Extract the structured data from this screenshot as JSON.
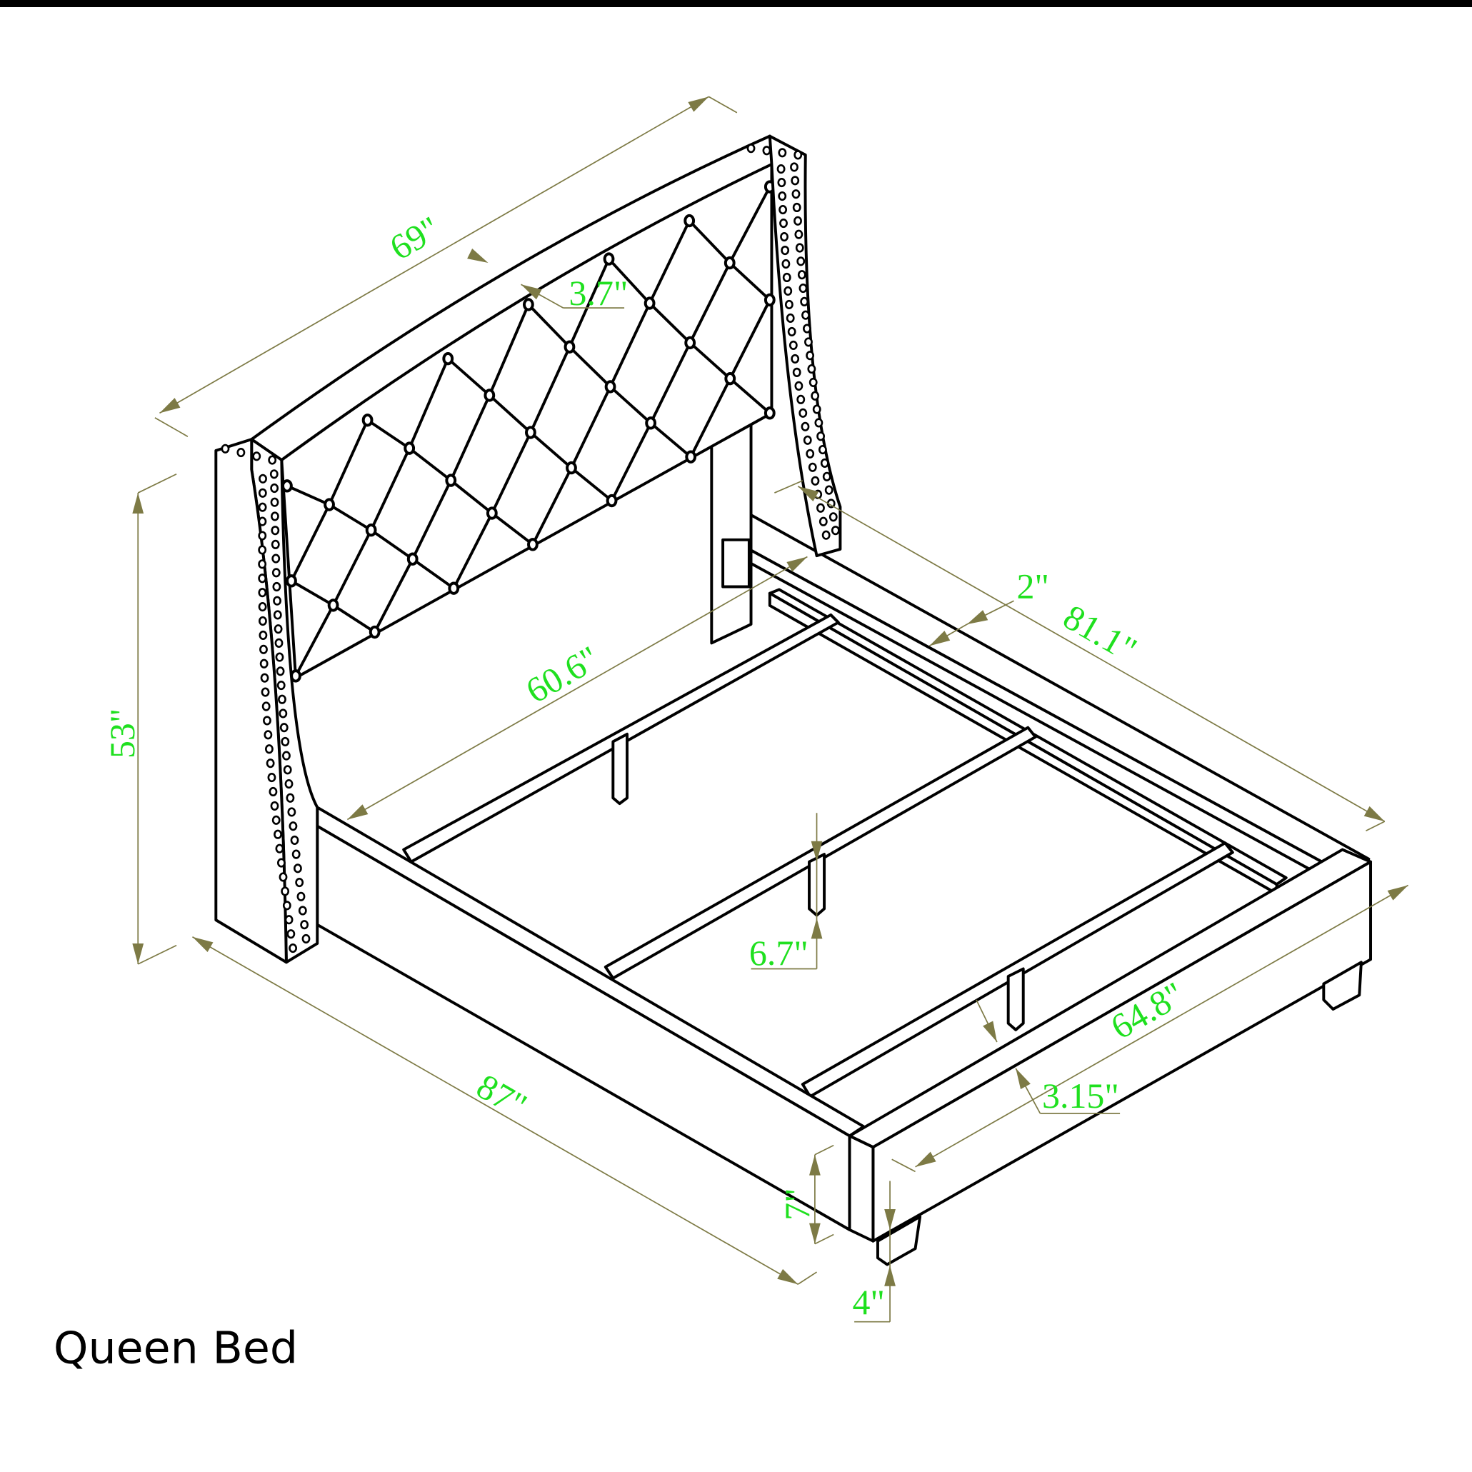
{
  "caption": "Queen Bed",
  "dimensions": {
    "headboard_width": "69\"",
    "headboard_height": "53\"",
    "overall_length": "87\"",
    "rail_length": "81.1\"",
    "inner_length": "60.6\"",
    "footboard_width": "64.8\"",
    "headboard_thickness": "3.7\"",
    "rail_offset": "2\"",
    "slat_leg_height": "6.7\"",
    "slat_drop": "3.15\"",
    "rail_height": "7\"",
    "leg_height": "4\""
  },
  "colors": {
    "label": "#1fe01f",
    "dimension_line": "#7d7a45",
    "outline": "#000000"
  }
}
